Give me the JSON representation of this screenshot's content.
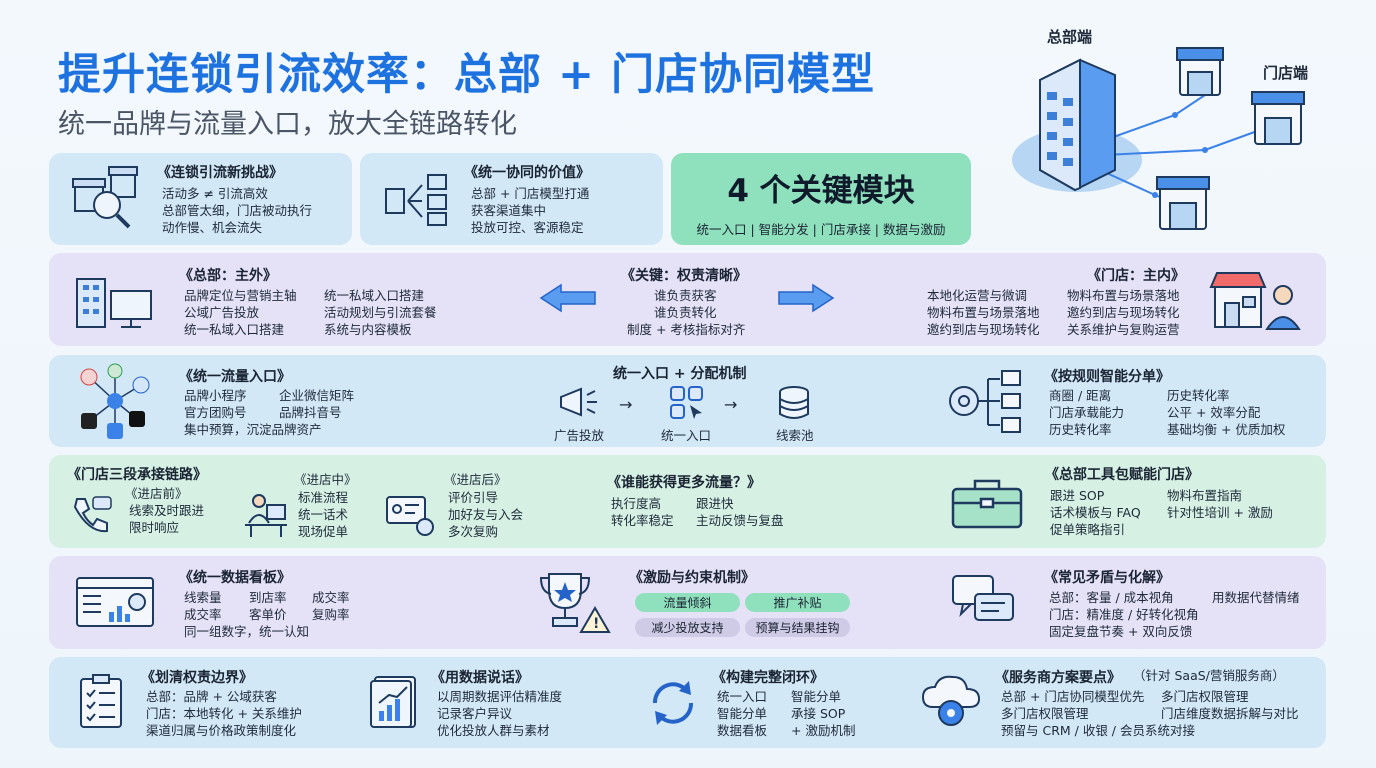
{
  "header": {
    "title": "提升连锁引流效率：总部 + 门店协同模型",
    "subtitle": "统一品牌与流量入口，放大全链路转化",
    "hero": {
      "hq_label": "总部端",
      "store_label": "门店端"
    }
  },
  "row1": {
    "challenge": {
      "title": "《连锁引流新挑战》",
      "lines": [
        "活动多 ≠ 引流高效",
        "总部管太细，门店被动执行",
        "动作慢、机会流失"
      ]
    },
    "value": {
      "title": "《统一协同的价值》",
      "lines": [
        "总部 + 门店模型打通",
        "获客渠道集中",
        "投放可控、客源稳定"
      ]
    },
    "modules": {
      "title": "4 个关键模块",
      "line": "统一入口 | 智能分发 | 门店承接 | 数据与激励"
    }
  },
  "row2": {
    "hq": {
      "title": "《总部：主外》",
      "col1": [
        "品牌定位与营销主轴",
        "公域广告投放",
        "统一私域入口搭建"
      ],
      "col2": [
        "统一私域入口搭建",
        "活动规划与引流套餐",
        "系统与内容模板"
      ]
    },
    "key": {
      "title": "《关键：权责清晰》",
      "lines": [
        "谁负责获客",
        "谁负责转化",
        "制度 + 考核指标对齐"
      ]
    },
    "store": {
      "title": "《门店：主内》",
      "col1": [
        "本地化运营与微调",
        "物料布置与场景落地",
        "邀约到店与现场转化"
      ],
      "col2": [
        "物料布置与场景落地",
        "邀约到店与现场转化",
        "关系维护与复购运营"
      ]
    }
  },
  "row3": {
    "entry": {
      "title": "《统一流量入口》",
      "col1": [
        "品牌小程序",
        "官方团购号",
        "集中预算，沉淀品牌资产"
      ],
      "col2": [
        "企业微信矩阵",
        "品牌抖音号"
      ]
    },
    "flow": {
      "title": "统一入口 + 分配机制",
      "step1": "广告投放",
      "step2": "统一入口",
      "step3": "线索池"
    },
    "dispatch": {
      "title": "《按规则智能分单》",
      "col1": [
        "商圈 / 距离",
        "门店承载能力",
        "历史转化率"
      ],
      "col2": [
        "历史转化率",
        "公平 + 效率分配",
        "基础均衡 + 优质加权"
      ]
    }
  },
  "row4": {
    "chain": {
      "title": "《门店三段承接链路》"
    },
    "before": {
      "title": "《进店前》",
      "lines": [
        "线索及时跟进",
        "限时响应"
      ]
    },
    "during": {
      "title": "《进店中》",
      "lines": [
        "标准流程",
        "统一话术",
        "现场促单"
      ]
    },
    "after": {
      "title": "《进店后》",
      "lines": [
        "评价引导",
        "加好友与入会",
        "多次复购"
      ]
    },
    "who": {
      "title": "《谁能获得更多流量？》",
      "col1": [
        "执行度高",
        "转化率稳定"
      ],
      "col2": [
        "跟进快",
        "主动反馈与复盘"
      ]
    },
    "toolkit": {
      "title": "《总部工具包赋能门店》",
      "col1": [
        "跟进 SOP",
        "话术模板与 FAQ",
        "促单策略指引"
      ],
      "col2": [
        "物料布置指南",
        "针对性培训 + 激励"
      ]
    }
  },
  "row5": {
    "dashboard": {
      "title": "《统一数据看板》",
      "col1": [
        "线索量",
        "成交率",
        "同一组数字，统一认知"
      ],
      "col2": [
        "到店率",
        "客单价"
      ],
      "col3": [
        "成交率",
        "复购率"
      ]
    },
    "incentive": {
      "title": "《激励与约束机制》",
      "pills": [
        "流量倾斜",
        "推广补贴",
        "减少投放支持",
        "预算与结果挂钩"
      ]
    },
    "conflict": {
      "title": "《常见矛盾与化解》",
      "lines": [
        "总部：客量 / 成本视角",
        "门店：精准度 / 好转化视角",
        "固定复盘节奏 + 双向反馈"
      ],
      "side": "用数据代替情绪"
    }
  },
  "row6": {
    "boundary": {
      "title": "《划清权责边界》",
      "lines": [
        "总部：品牌 + 公域获客",
        "门店：本地转化 + 关系维护",
        "渠道归属与价格政策制度化"
      ]
    },
    "data": {
      "title": "《用数据说话》",
      "lines": [
        "以周期数据评估精准度",
        "记录客户异议",
        "优化投放人群与素材"
      ]
    },
    "loop": {
      "title": "《构建完整闭环》",
      "col1": [
        "统一入口",
        "智能分单",
        "数据看板"
      ],
      "col2": [
        "智能分单",
        "承接 SOP",
        "+ 激励机制"
      ]
    },
    "vendor": {
      "title": "《服务商方案要点》",
      "title_note": "（针对 SaaS/营销服务商）",
      "col1": [
        "总部 + 门店协同模型优先",
        "多门店权限管理",
        "预留与 CRM / 收银 / 会员系统对接"
      ],
      "col2": [
        "多门店权限管理",
        "门店维度数据拆解与对比"
      ]
    }
  },
  "colors": {
    "title": "#1d72e0",
    "blue_card": "#d3e8f7",
    "purple_card": "#e5e1f7",
    "green_card": "#d6f1e4",
    "accent_green": "#8fe0bd",
    "arrow": "#3b82e8"
  }
}
